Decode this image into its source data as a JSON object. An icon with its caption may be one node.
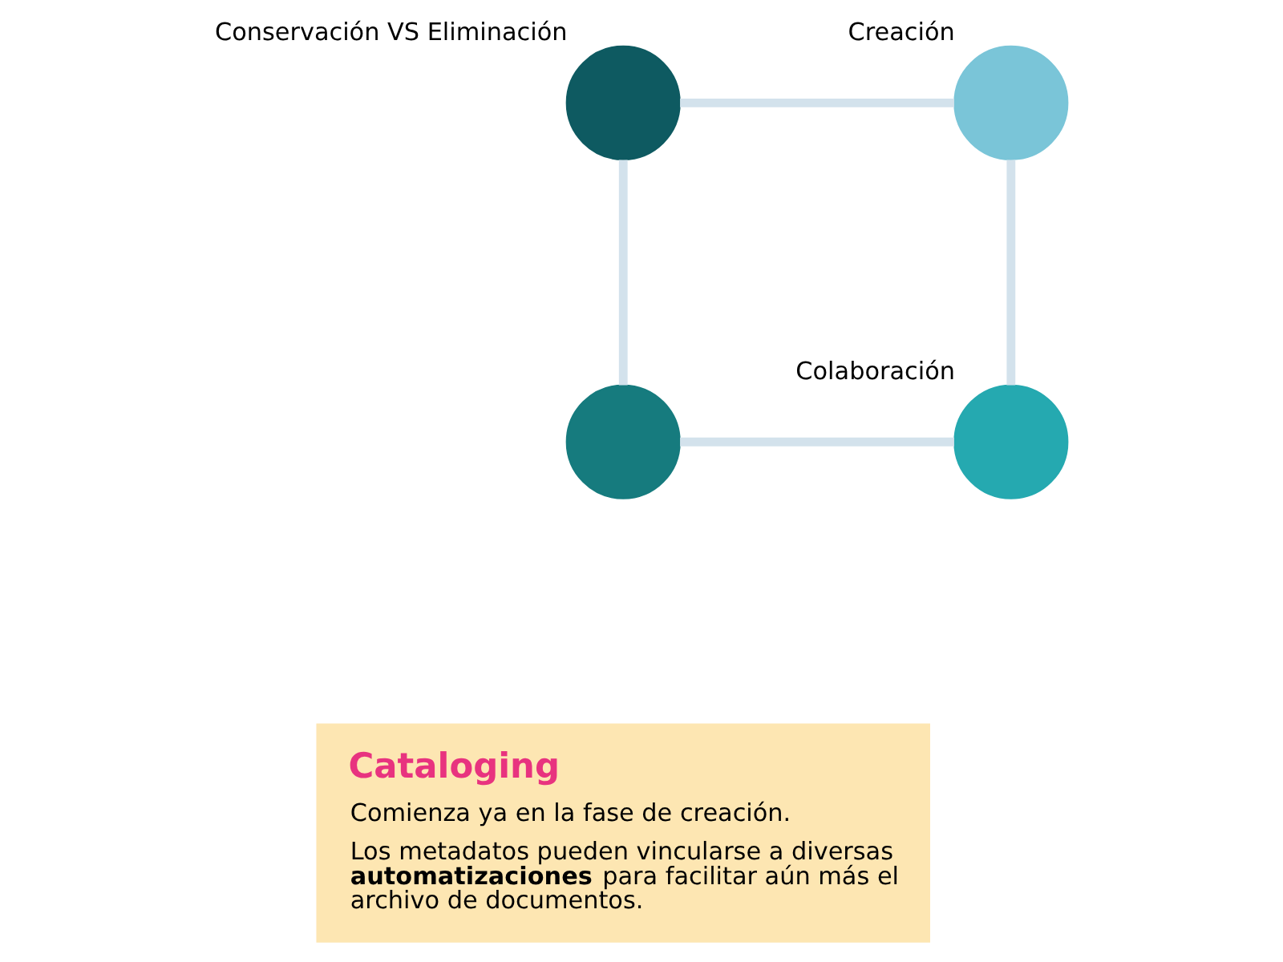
{
  "diagram": {
    "nodes": [
      {
        "text": [],
        "shape": "circle",
        "beside": [
          "Conservación VS Eliminación"
        ]
      },
      {
        "text": [],
        "shape": "circle",
        "beside": [
          "Creación"
        ]
      },
      {
        "text": [],
        "shape": "circle"
      },
      {
        "text": [],
        "shape": "circle",
        "beside": [
          "Colaboración"
        ]
      },
      {
        "text": [
          "Cataloging",
          "Comienza ya en la fase de creación.",
          "Los metadatos pueden vincularse a diversas **automatizaciones** para facilitar aún más el archivo de documentos."
        ]
      }
    ],
    "edges": [
      {
        "from": 0,
        "to": 1,
        "arrow": "none"
      },
      {
        "from": 1,
        "to": 3,
        "arrow": "none"
      },
      {
        "from": 3,
        "to": 2,
        "arrow": "none"
      },
      {
        "from": 2,
        "to": 0,
        "arrow": "none"
      }
    ]
  }
}
